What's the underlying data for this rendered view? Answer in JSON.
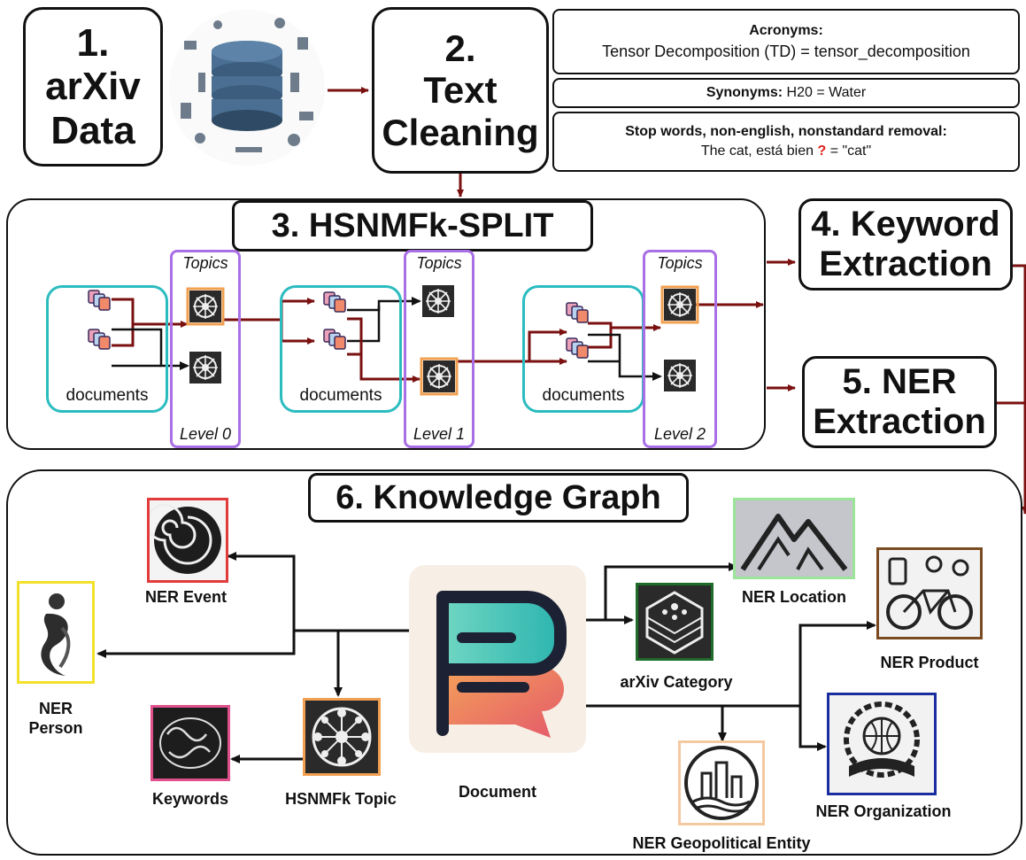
{
  "step1": {
    "number": "1.",
    "line1": "arXiv",
    "line2": "Data"
  },
  "step2": {
    "number": "2.",
    "line1": "Text",
    "line2": "Cleaning"
  },
  "notes": {
    "acronyms_title": "Acronyms:",
    "acronyms_example": "Tensor Decomposition (TD) = tensor_decomposition",
    "synonyms_title": "Synonyms:",
    "synonyms_example": "H20 = Water",
    "stop_title": "Stop words, non-english, nonstandard removal:",
    "stop_example_pre": "The cat, está bien",
    "stop_example_mark": "?",
    "stop_example_post": "= \"cat\""
  },
  "step3": {
    "title": "3. HSNMFk-SPLIT",
    "documents_label": "documents",
    "topics_label": "Topics",
    "levels": [
      "Level 0",
      "Level 1",
      "Level 2"
    ]
  },
  "step4": {
    "line1": "4. Keyword",
    "line2": "Extraction"
  },
  "step5": {
    "line1": "5. NER",
    "line2": "Extraction"
  },
  "step6": {
    "title": "6. Knowledge Graph",
    "nodes": {
      "ner_event": "NER Event",
      "ner_person_1": "NER",
      "ner_person_2": "Person",
      "keywords": "Keywords",
      "hsnmfk_topic": "HSNMFk Topic",
      "document": "Document",
      "arxiv_category": "arXiv Category",
      "ner_location": "NER Location",
      "ner_product": "NER Product",
      "ner_organization": "NER Organization",
      "ner_geopolitical": "NER Geopolitical Entity"
    }
  },
  "colors": {
    "arrow_red": "#7a1010",
    "doc_group": "#2bbcc0",
    "topic_group": "#a970e6",
    "topic_highlight": "#f0a050",
    "event_border": "#e23b3b",
    "person_border": "#f2e12a",
    "keywords_border": "#e0508c",
    "topic_border": "#f0a050",
    "category_border": "#1f6b2a",
    "location_border": "#9be49a",
    "product_border": "#7a4a20",
    "organization_border": "#1a2ea0",
    "geopolitical_border": "#f5c9a0",
    "question_mark": "#e02020"
  }
}
